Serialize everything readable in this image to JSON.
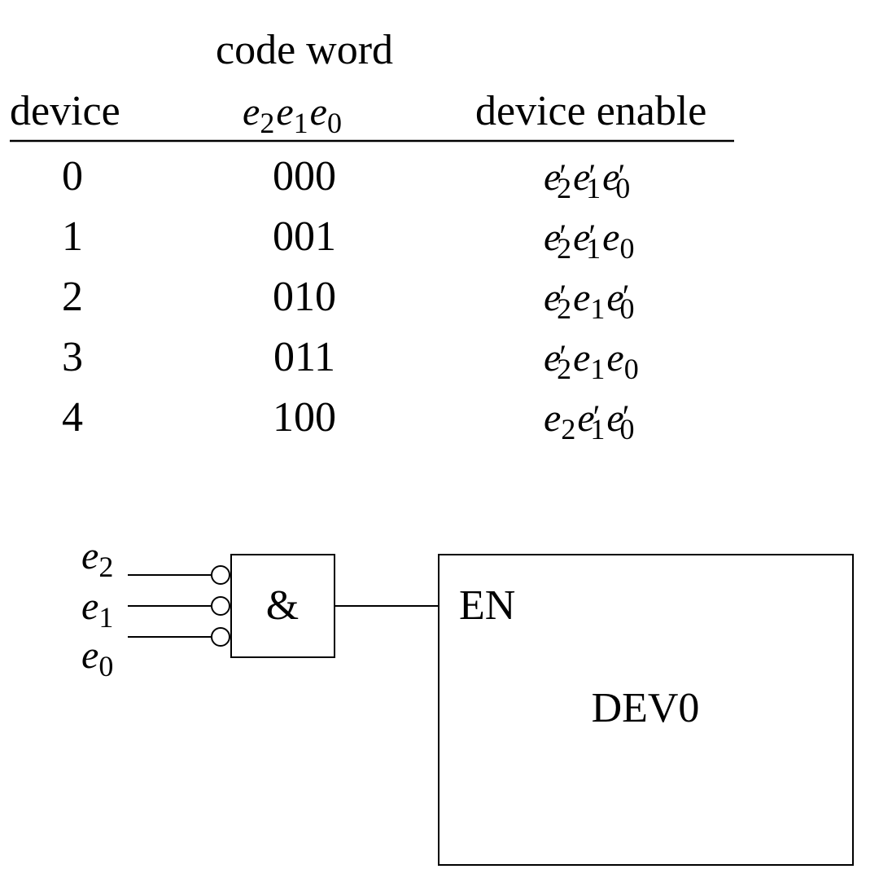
{
  "table": {
    "header_top": "code word",
    "col_device": "device",
    "col_code": [
      {
        "var": "e",
        "sub": "2"
      },
      {
        "var": "e",
        "sub": "1"
      },
      {
        "var": "e",
        "sub": "0"
      }
    ],
    "col_enable": "device enable",
    "rows": [
      {
        "device": "0",
        "code": "000",
        "enable": [
          {
            "var": "e",
            "sub": "2",
            "prime": true
          },
          {
            "var": "e",
            "sub": "1",
            "prime": true
          },
          {
            "var": "e",
            "sub": "0",
            "prime": true
          }
        ]
      },
      {
        "device": "1",
        "code": "001",
        "enable": [
          {
            "var": "e",
            "sub": "2",
            "prime": true
          },
          {
            "var": "e",
            "sub": "1",
            "prime": true
          },
          {
            "var": "e",
            "sub": "0",
            "prime": false
          }
        ]
      },
      {
        "device": "2",
        "code": "010",
        "enable": [
          {
            "var": "e",
            "sub": "2",
            "prime": true
          },
          {
            "var": "e",
            "sub": "1",
            "prime": false
          },
          {
            "var": "e",
            "sub": "0",
            "prime": true
          }
        ]
      },
      {
        "device": "3",
        "code": "011",
        "enable": [
          {
            "var": "e",
            "sub": "2",
            "prime": true
          },
          {
            "var": "e",
            "sub": "1",
            "prime": false
          },
          {
            "var": "e",
            "sub": "0",
            "prime": false
          }
        ]
      },
      {
        "device": "4",
        "code": "100",
        "enable": [
          {
            "var": "e",
            "sub": "2",
            "prime": false
          },
          {
            "var": "e",
            "sub": "1",
            "prime": true
          },
          {
            "var": "e",
            "sub": "0",
            "prime": true
          }
        ]
      }
    ]
  },
  "circuit": {
    "inputs": [
      {
        "var": "e",
        "sub": "2"
      },
      {
        "var": "e",
        "sub": "1"
      },
      {
        "var": "e",
        "sub": "0"
      }
    ],
    "gate_symbol": "&",
    "enable_pin": "EN",
    "device_name": "DEV0"
  }
}
